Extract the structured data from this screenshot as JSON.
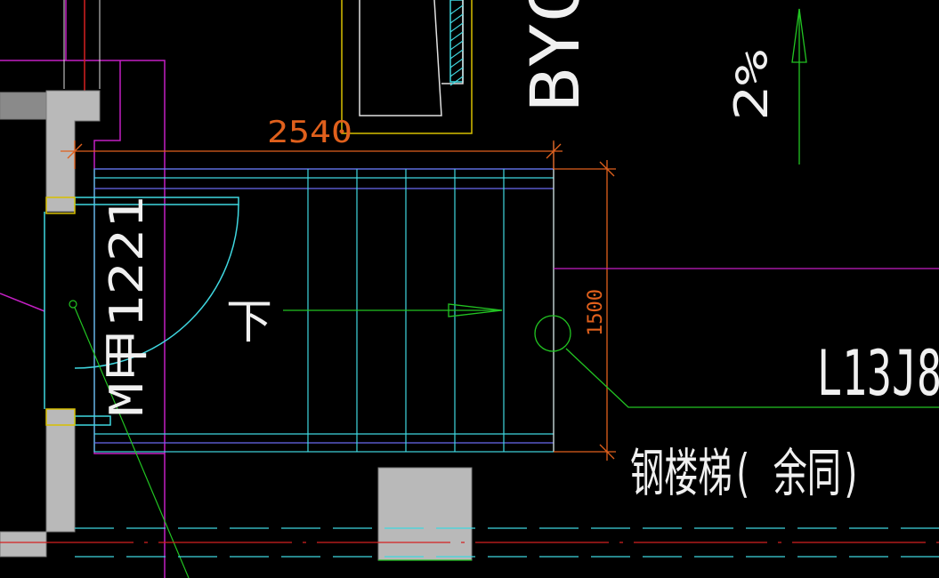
{
  "drawing": {
    "dimension_width": "2540",
    "dimension_height": "1500",
    "door_tag": "M甲1221",
    "stair_direction": "下",
    "slope": "2%",
    "label_top": "BYC",
    "beam_label": "L13J8",
    "stair_note": "钢楼梯( 余同)"
  },
  "colors": {
    "background": "#000000",
    "stair_cyan": "#3fd7e0",
    "dimension_orange": "#e0601c",
    "column_gray": "#b9b9b9",
    "magenta": "#c31fc3",
    "red": "#d42020",
    "green": "#22c422",
    "yellow": "#d8c000",
    "white_text": "#f0f0f0"
  }
}
